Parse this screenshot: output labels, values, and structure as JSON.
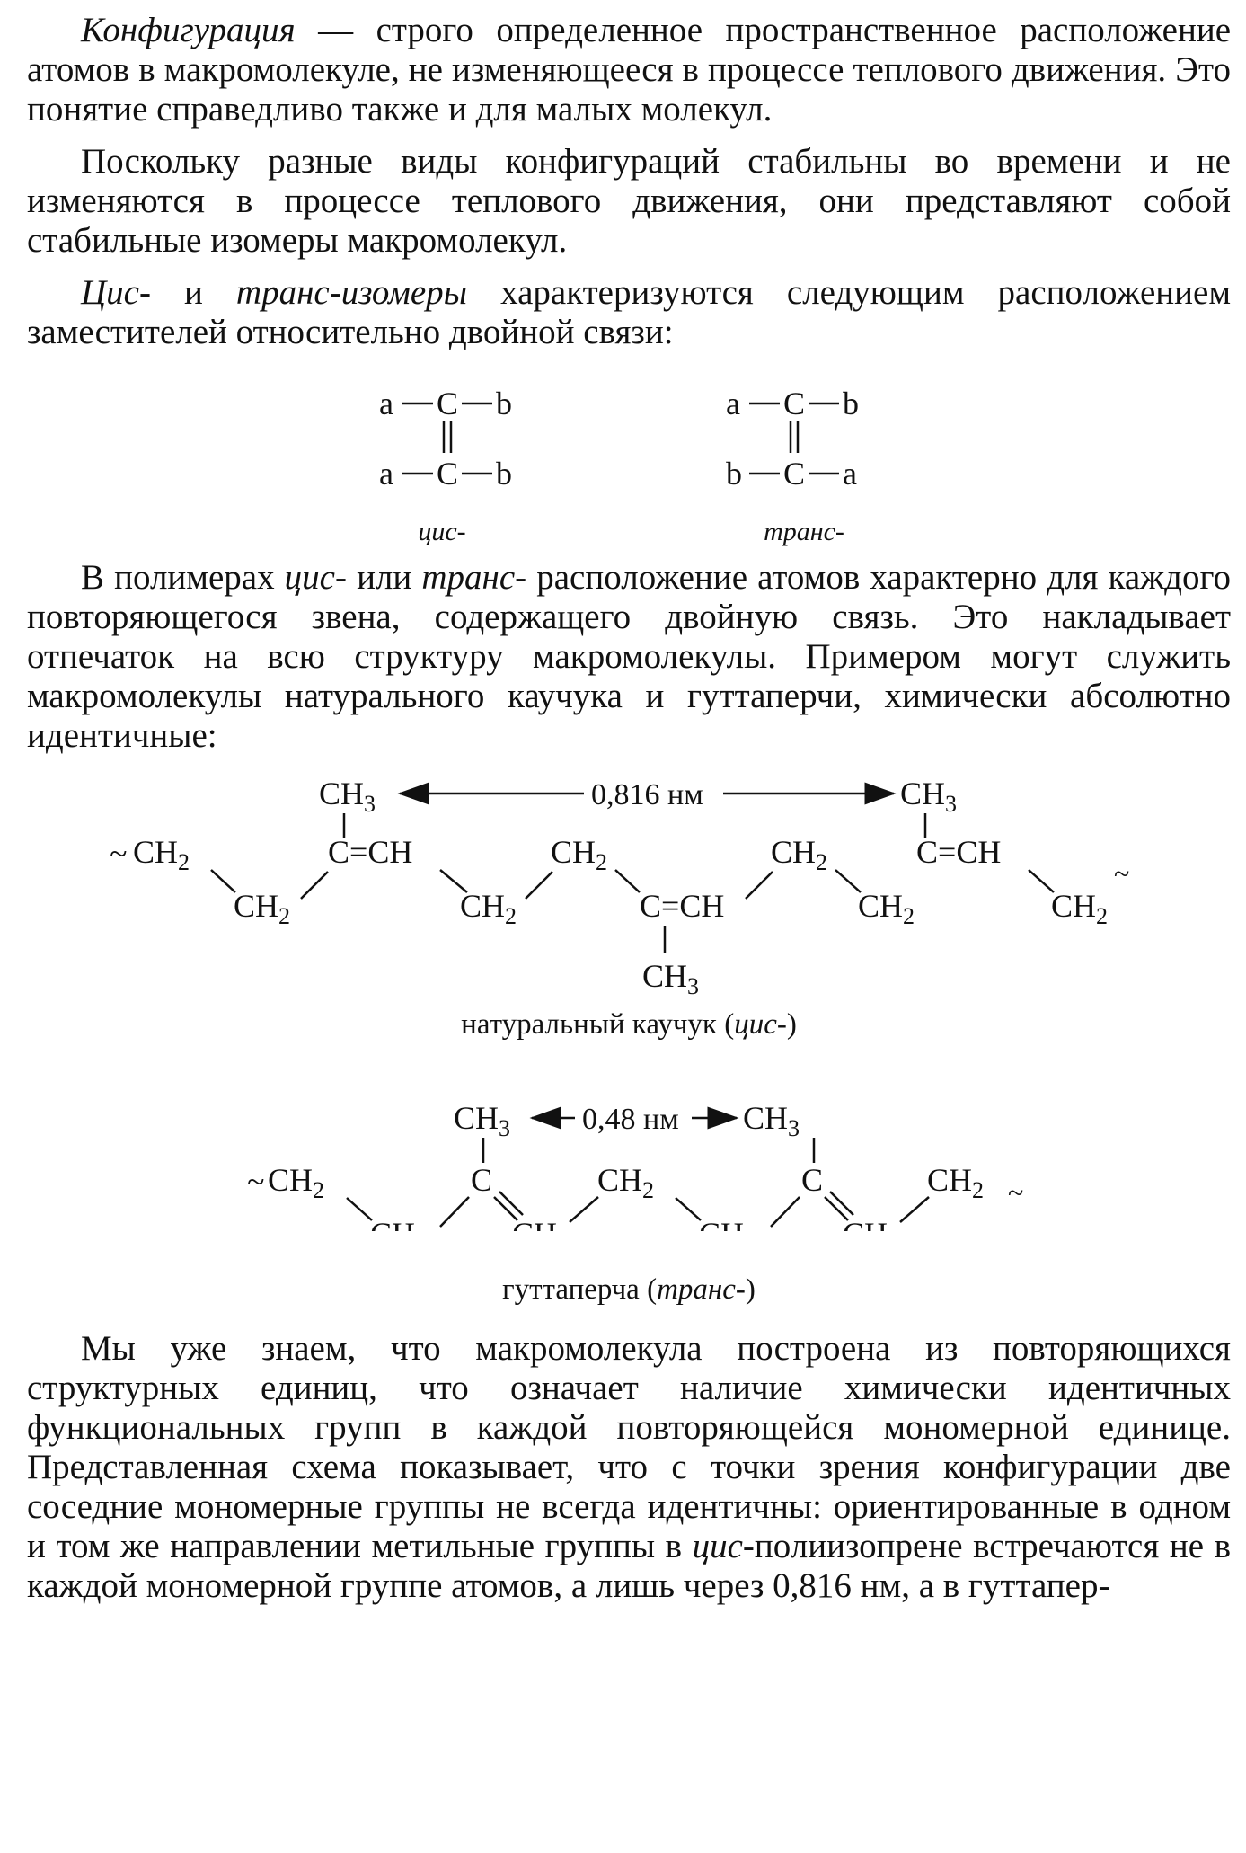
{
  "paragraphs": {
    "p1": {
      "term": "Конфигурация",
      "rest": " — строго определенное пространственное расположение атомов в макромолекуле, не изменяющееся в процессе теплового движения. Это понятие справедливо также и для малых молекул."
    },
    "p2": "Поскольку разные виды конфигураций стабильны во времени и не изменяются в процессе теплового движения, они представляют собой стабильные изомеры макромолекул.",
    "p3": {
      "cis": "Цис-",
      "and": " и ",
      "trans": "транс-изомеры",
      "rest": " характеризуются следующим расположением заместителей относительно двойной связи:"
    },
    "p4": {
      "a": "В полимерах ",
      "cis": "цис-",
      "b": " или ",
      "trans": "транс-",
      "c": " расположение атомов характерно для каждого повторяющегося звена, содержащего двойную связь. Это накладывает отпечаток на всю структуру макромолекулы. Примером могут служить макромолекулы натурального каучука и гуттаперчи, химически абсолютно идентичные:"
    },
    "p5": {
      "a": "Мы уже знаем, что макромолекула построена из повторяющихся структурных единиц, что означает наличие химически идентичных функциональных групп в каждой повторяющейся мономерной единице. Представленная схема показывает, что с точки зрения конфигурации две соседние мономерные группы не всегда идентичны: ориентированные в одном и том же направлении метильные группы в ",
      "cis": "цис",
      "b": "-полиизопрене встречаются не в каждой мономерной группе атомов, а лишь через 0,816 нм, а в гуттапер-"
    }
  },
  "isomers": {
    "cis": {
      "top": [
        "a",
        "C",
        "b"
      ],
      "bottom": [
        "a",
        "C",
        "b"
      ],
      "label": "цис-"
    },
    "trans": {
      "top": [
        "a",
        "C",
        "b"
      ],
      "bottom": [
        "b",
        "C",
        "a"
      ],
      "label": "транс-"
    }
  },
  "rubber": {
    "distance": "0,816 нм",
    "caption_text": "натуральный каучук (",
    "caption_italic": "цис-",
    "caption_close": ")"
  },
  "gutta": {
    "distance": "0,48 нм",
    "caption_text": "гуттаперча (",
    "caption_italic": "транс-",
    "caption_close": ")"
  },
  "formula": {
    "ch3": "CH",
    "ch2": "CH",
    "sub3": "3",
    "sub2": "2",
    "c_eq_ch": "C=CH",
    "c": "C",
    "ch": "CH"
  }
}
